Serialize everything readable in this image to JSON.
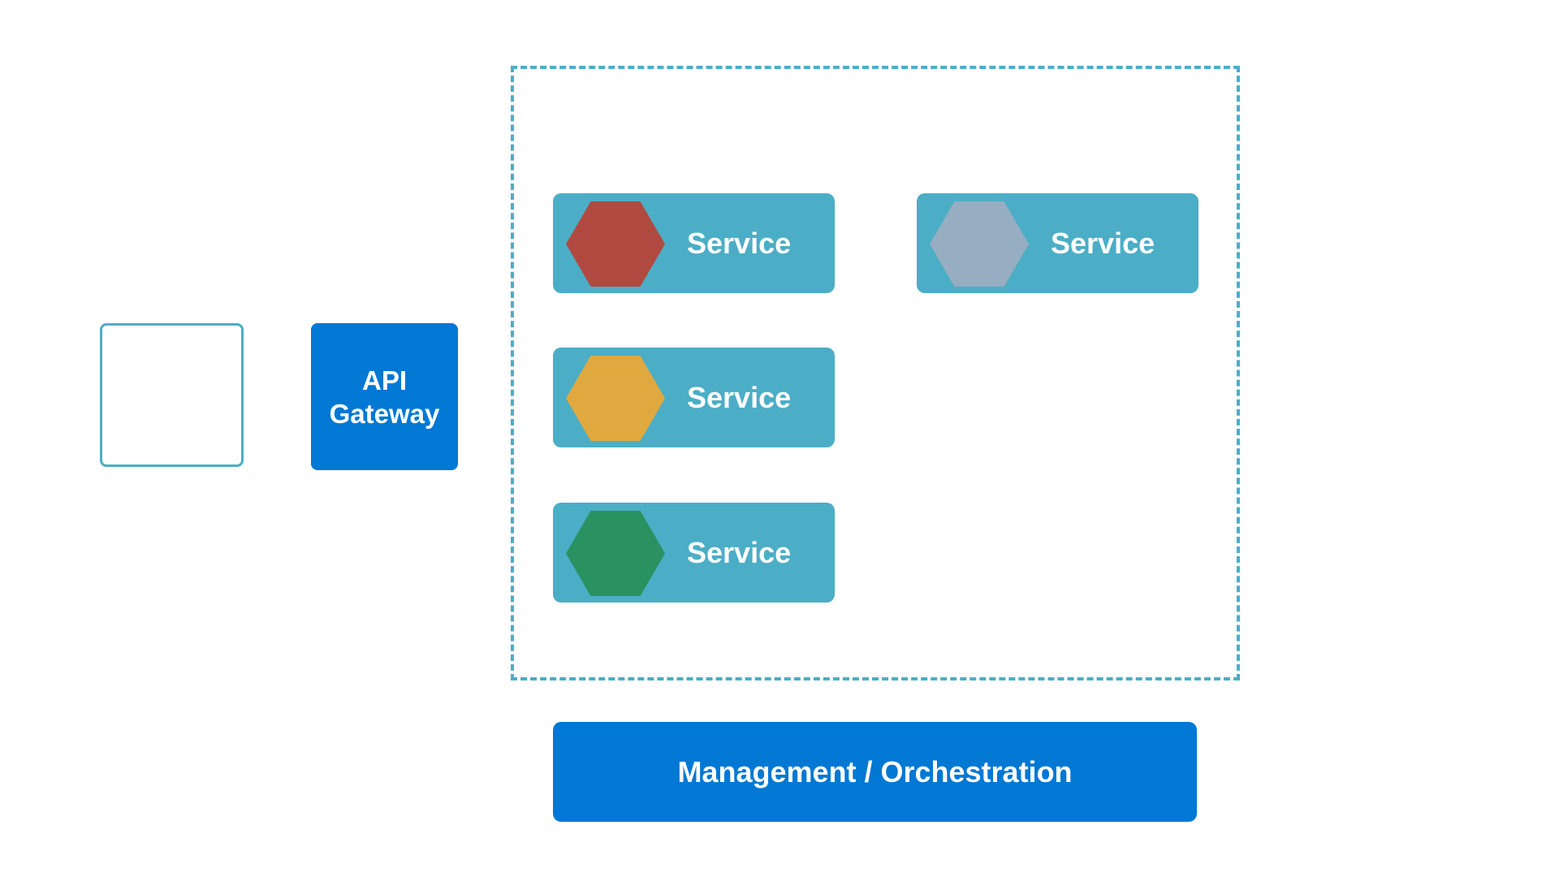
{
  "diagram": {
    "gateway_label": "API\nGateway",
    "services": [
      {
        "label": "Service",
        "hex_color": "#b04a41"
      },
      {
        "label": "Service",
        "hex_color": "#97adc1"
      },
      {
        "label": "Service",
        "hex_color": "#e0a93f"
      },
      {
        "label": "Service",
        "hex_color": "#2a9160"
      }
    ],
    "management_label": "Management / Orchestration"
  },
  "colors": {
    "accent_blue": "#0078d4",
    "service_teal": "#4baec6",
    "background": "#ffffff"
  }
}
